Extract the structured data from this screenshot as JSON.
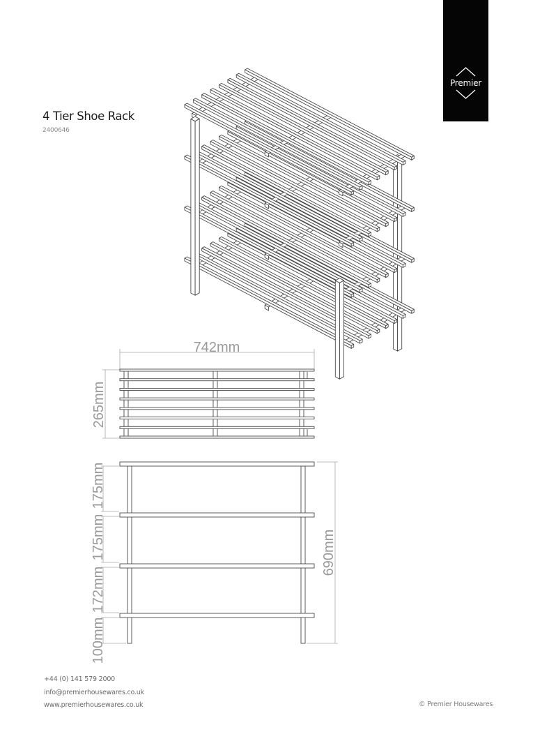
{
  "brand": {
    "name": "Premier",
    "tab_color": "#050505"
  },
  "product": {
    "title": "4 Tier Shoe Rack",
    "code": "2400646"
  },
  "dimensions": {
    "width": "742mm",
    "depth": "265mm",
    "height": "690mm",
    "tier_gaps": [
      "175mm",
      "175mm",
      "172mm"
    ],
    "leg_height": "100mm"
  },
  "views": {
    "isometric": {
      "tiers": 4,
      "slats_per_tier": 8
    },
    "plan": {
      "slats": 8
    },
    "front": {
      "shelves": 4
    }
  },
  "footer": {
    "phone": "+44 (0) 141 579 2000",
    "email": "info@premierhousewares.co.uk",
    "website": "www.premierhousewares.co.uk",
    "copyright": "© Premier Housewares"
  },
  "colors": {
    "line": "#4a4a4a",
    "dimension": "#a0a0a0",
    "text_dark": "#1a1a1a",
    "text_muted": "#6a6a6a"
  }
}
